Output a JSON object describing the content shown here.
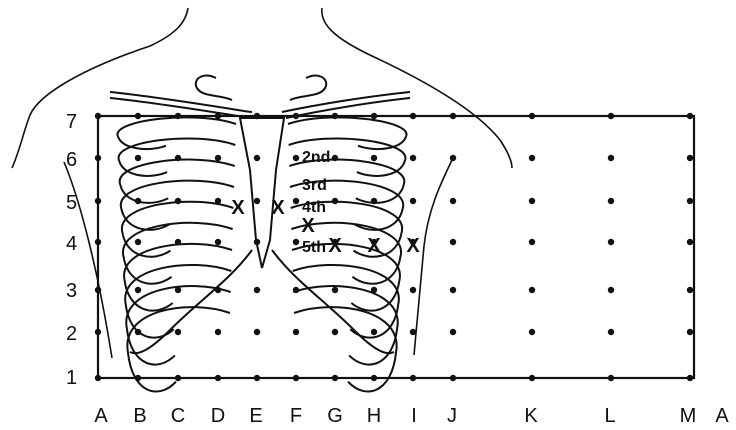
{
  "figure": {
    "row_labels": [
      "7",
      "6",
      "5",
      "4",
      "3",
      "2",
      "1"
    ],
    "col_labels": [
      "A",
      "B",
      "C",
      "D",
      "E",
      "F",
      "G",
      "H",
      "I",
      "J",
      "K",
      "L",
      "M",
      "A"
    ],
    "rib_labels": {
      "second": "2nd",
      "third": "3rd",
      "fourth": "4th",
      "fifth": "5th"
    },
    "marker_symbol": "X",
    "colors": {
      "ink": "#111111",
      "background": "#ffffff"
    }
  }
}
